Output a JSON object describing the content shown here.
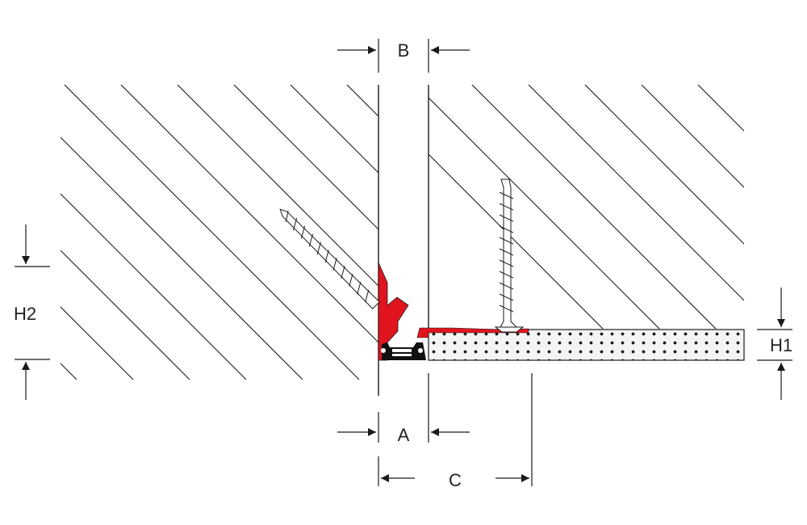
{
  "diagram": {
    "colors": {
      "background": "#ffffff",
      "line": "#1a1a1a",
      "profile": "#e0141e",
      "insert": "#111111",
      "screw": "#ffffff"
    },
    "labels": {
      "b": "B",
      "a": "A",
      "c": "C",
      "h1": "H1",
      "h2": "H2"
    }
  }
}
